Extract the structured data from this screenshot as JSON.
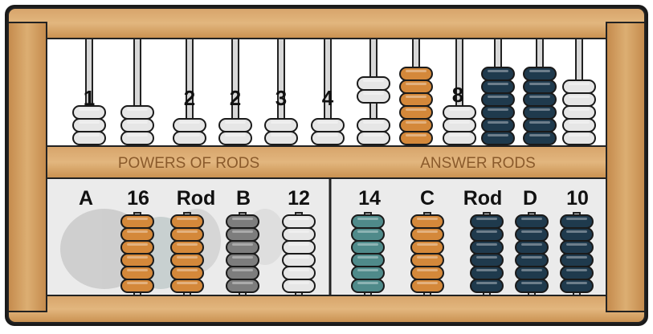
{
  "upper_labels": [
    "1",
    "2",
    "2",
    "3",
    "4",
    "8"
  ],
  "beam_labels": {
    "left": "POWERS OF RODS",
    "right": "ANSWER RODS"
  },
  "lower_labels": [
    "A",
    "16",
    "Rod",
    "B",
    "12",
    "14",
    "C",
    "Rod",
    "D",
    "10"
  ],
  "colors": {
    "frame": "#cf9a5c",
    "frame_dark": "#8a5a2b",
    "upper_bg": "#ffffff",
    "lower_bg": "#e9e9e9",
    "bead_white": "#e6e6e6",
    "bead_orange": "#d4883a",
    "bead_navy": "#1f3a4d",
    "bead_teal": "#4f8a8a",
    "bead_gray": "#7d7d7d"
  },
  "icons": [
    "abacus-frame",
    "rod",
    "bead",
    "smudge"
  ]
}
